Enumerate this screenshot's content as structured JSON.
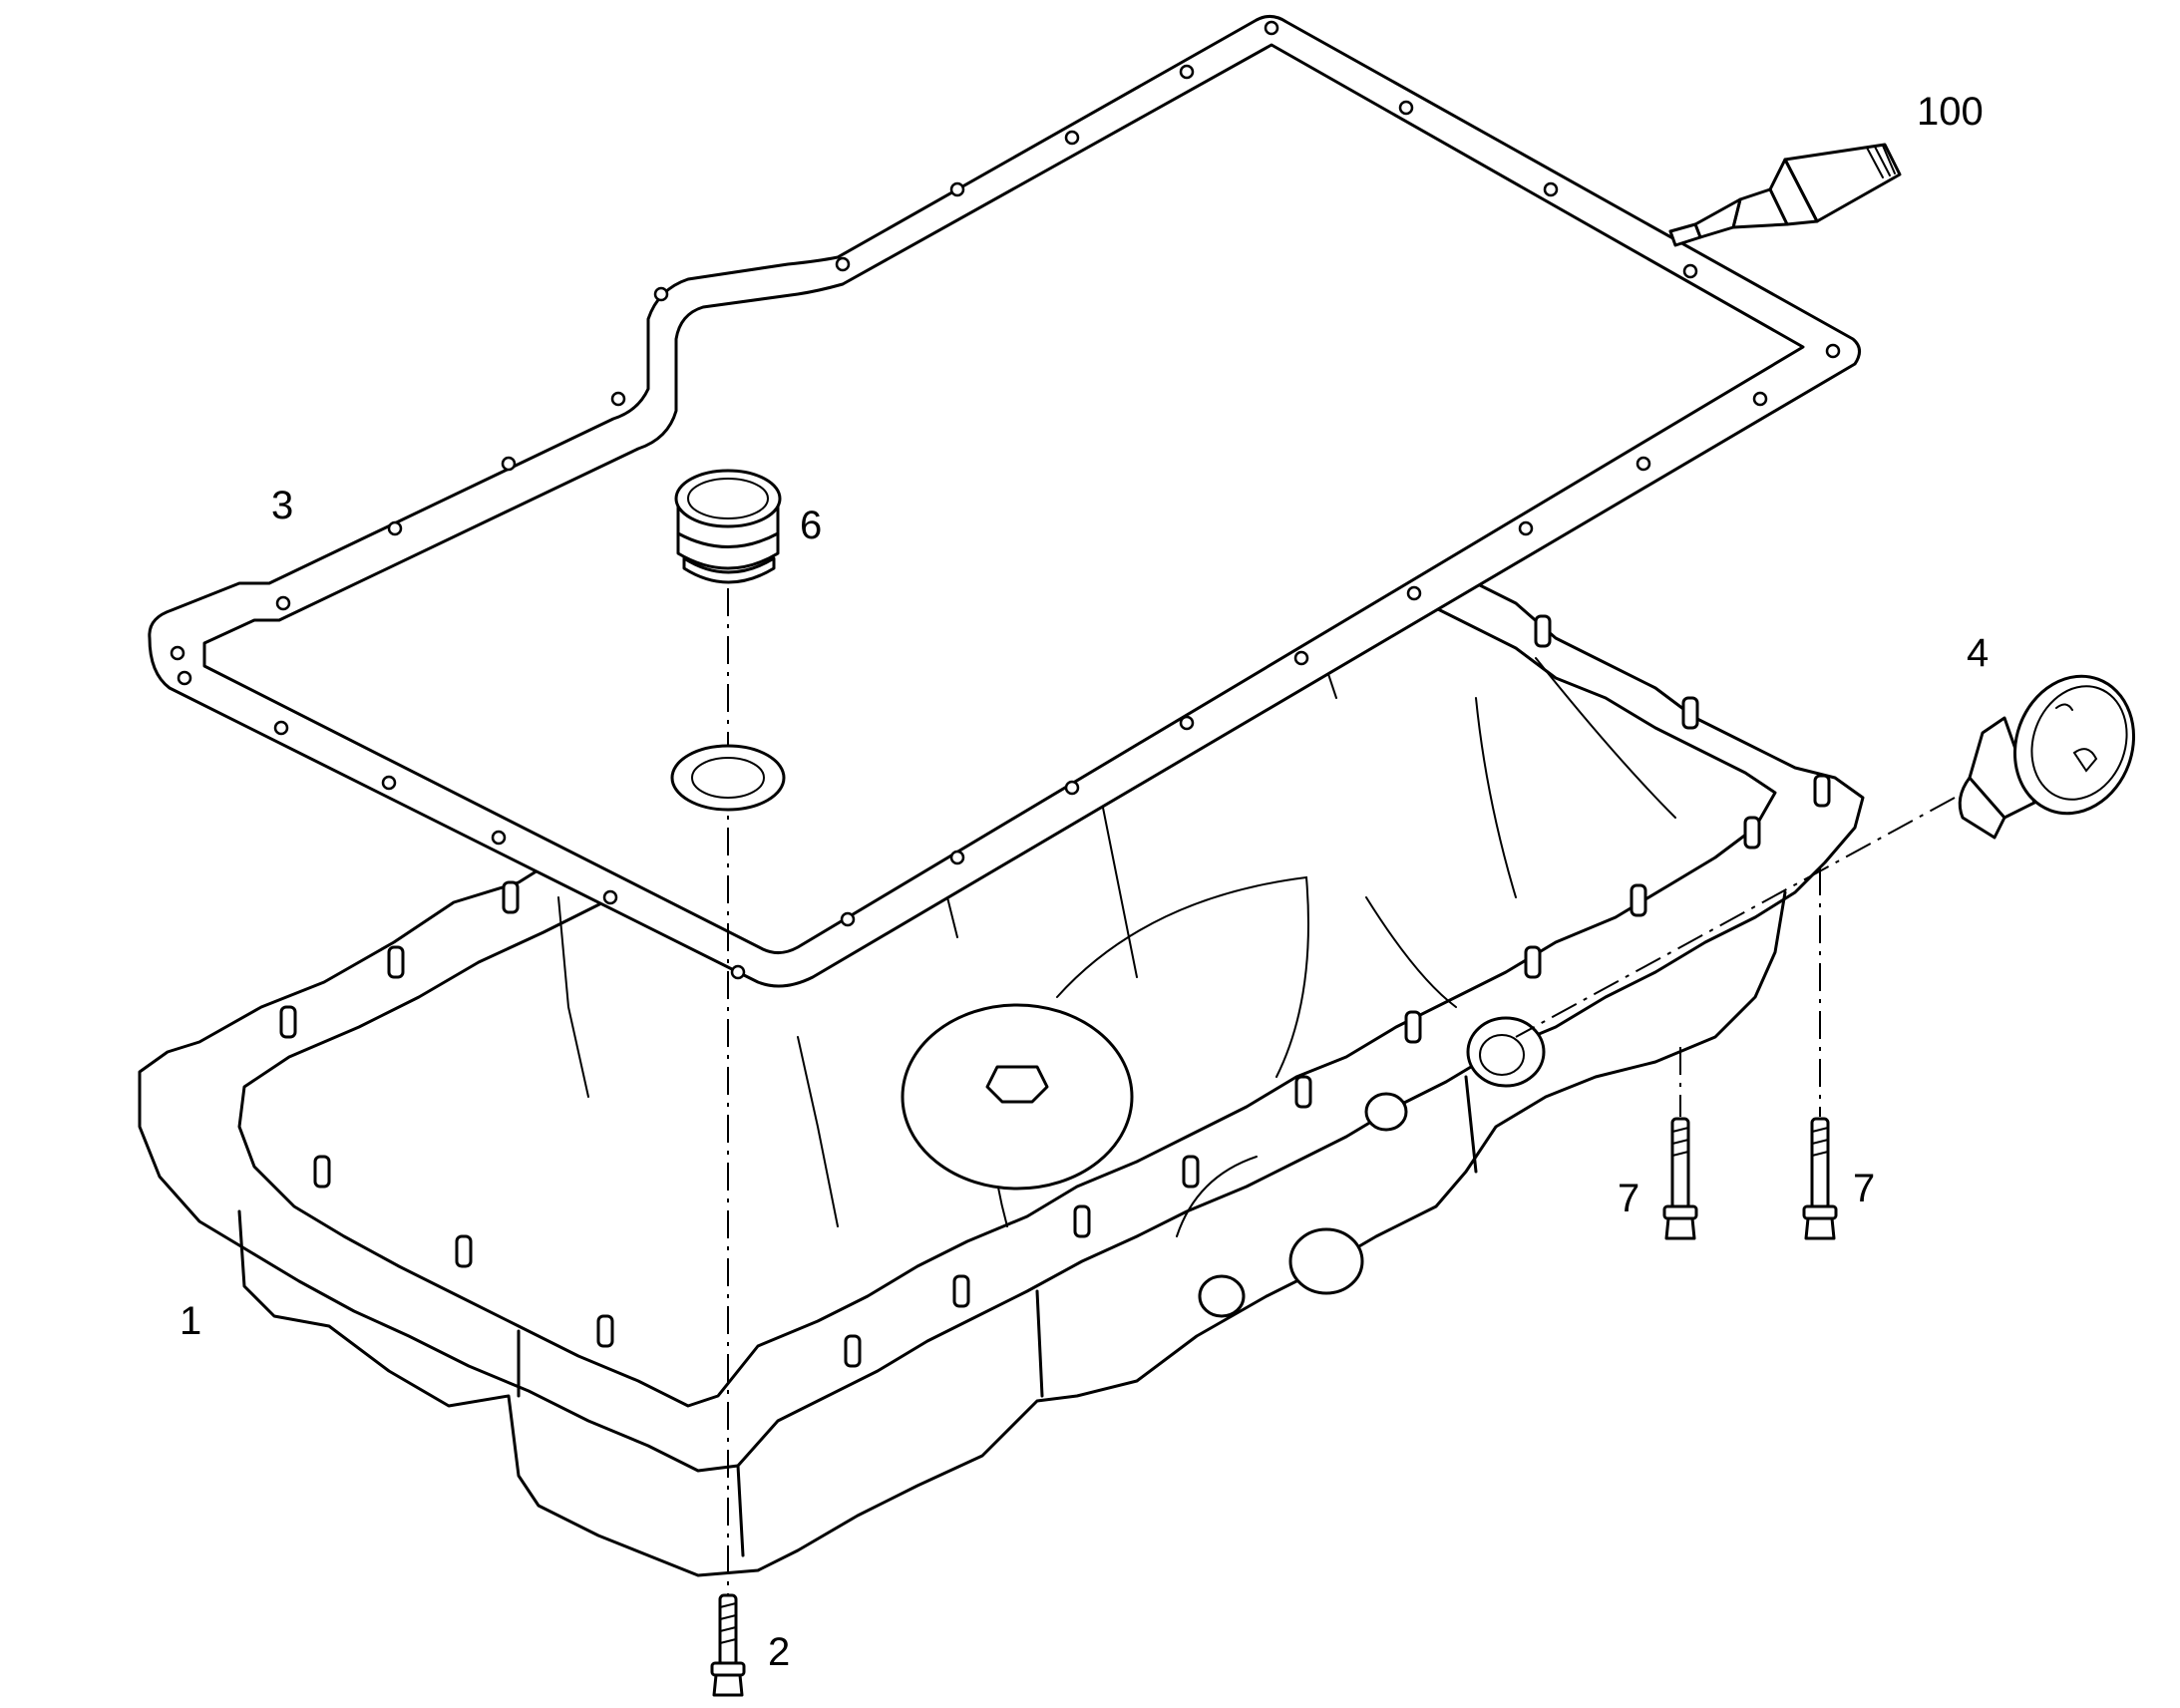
{
  "callouts": {
    "c1": "1",
    "c2": "2",
    "c3": "3",
    "c4": "4",
    "c6": "6",
    "c7a": "7",
    "c7b": "7",
    "c100": "100"
  },
  "colors": {
    "line": "#000000",
    "background": "#ffffff"
  }
}
